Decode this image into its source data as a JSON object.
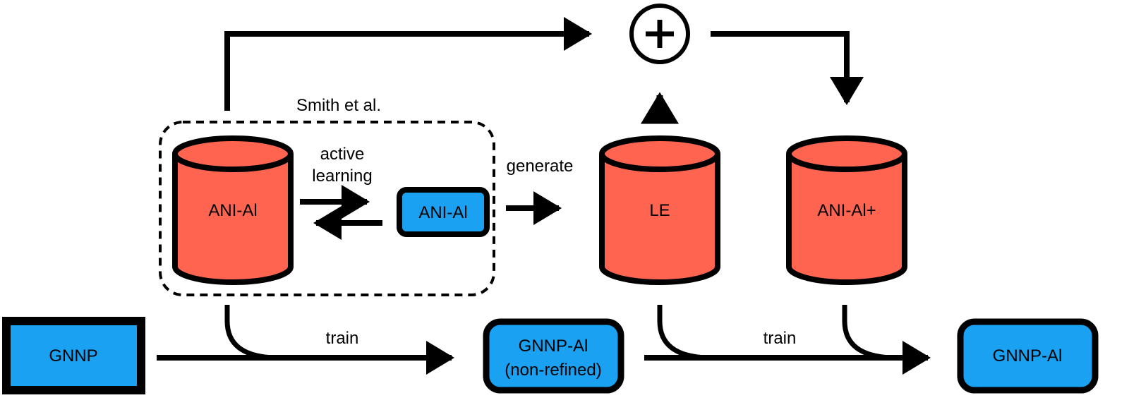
{
  "colors": {
    "dataset": "#FF6450",
    "model": "#1BA1F2",
    "stroke": "#000000"
  },
  "group": {
    "label": "Smith et al."
  },
  "datasets": {
    "ani_al": "ANI-Al",
    "le": "LE",
    "ani_al_plus": "ANI-Al+"
  },
  "models": {
    "ani_al_model": "ANI-Al",
    "gnnp": "GNNP",
    "gnnp_al_nonrefined_line1": "GNNP-Al",
    "gnnp_al_nonrefined_line2": "(non-refined)",
    "gnnp_al": "GNNP-Al"
  },
  "edges": {
    "active_learning_line1": "active",
    "active_learning_line2": "learning",
    "generate": "generate",
    "train1": "train",
    "train2": "train"
  },
  "combine_symbol": "plus-circle-icon"
}
